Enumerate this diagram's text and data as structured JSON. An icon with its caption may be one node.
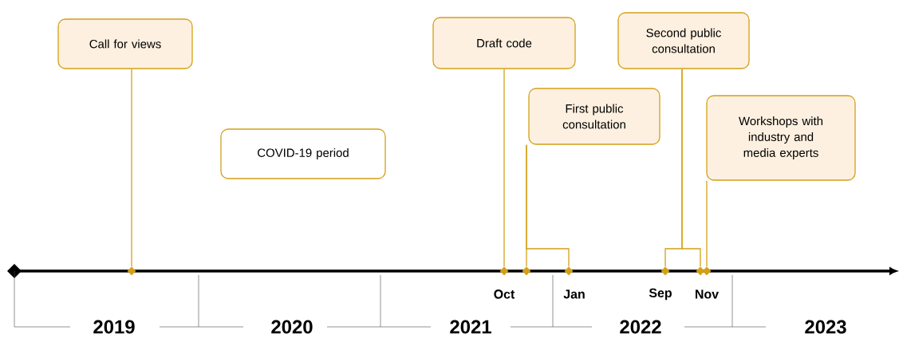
{
  "diagram": {
    "nodes": [
      {
        "text": [
          "Call for views"
        ]
      },
      {
        "text": [
          "COVID-19 period"
        ]
      },
      {
        "text": [
          "Draft code"
        ]
      },
      {
        "text": [
          "First public consultation"
        ]
      },
      {
        "text": [
          "Second public consultation"
        ]
      },
      {
        "text": [
          "Workshops with industry and media experts"
        ]
      },
      {
        "text": [],
        "shape": "diamond"
      },
      {
        "text": [],
        "shape": "diamond"
      },
      {
        "text": [],
        "shape": "diamond"
      },
      {
        "text": [],
        "shape": "diamond"
      },
      {
        "text": [],
        "shape": "diamond"
      },
      {
        "text": [],
        "shape": "diamond"
      },
      {
        "text": [],
        "shape": "diamond"
      }
    ],
    "edges": [
      {
        "from": 0,
        "to": 6,
        "arrow": "none"
      },
      {
        "from": 2,
        "to": 7,
        "arrow": "none"
      },
      {
        "from": 3,
        "to": 8,
        "arrow": "none"
      },
      {
        "from": 3,
        "to": 9,
        "arrow": "none"
      },
      {
        "from": 4,
        "to": 10,
        "arrow": "none"
      },
      {
        "from": 4,
        "to": 11,
        "arrow": "none"
      },
      {
        "from": 5,
        "to": 12,
        "arrow": "none"
      }
    ],
    "labels": [
      "Oct",
      "Jan",
      "Sep",
      "Nov",
      "2019",
      "2020",
      "2021",
      "2022",
      "2023"
    ]
  }
}
